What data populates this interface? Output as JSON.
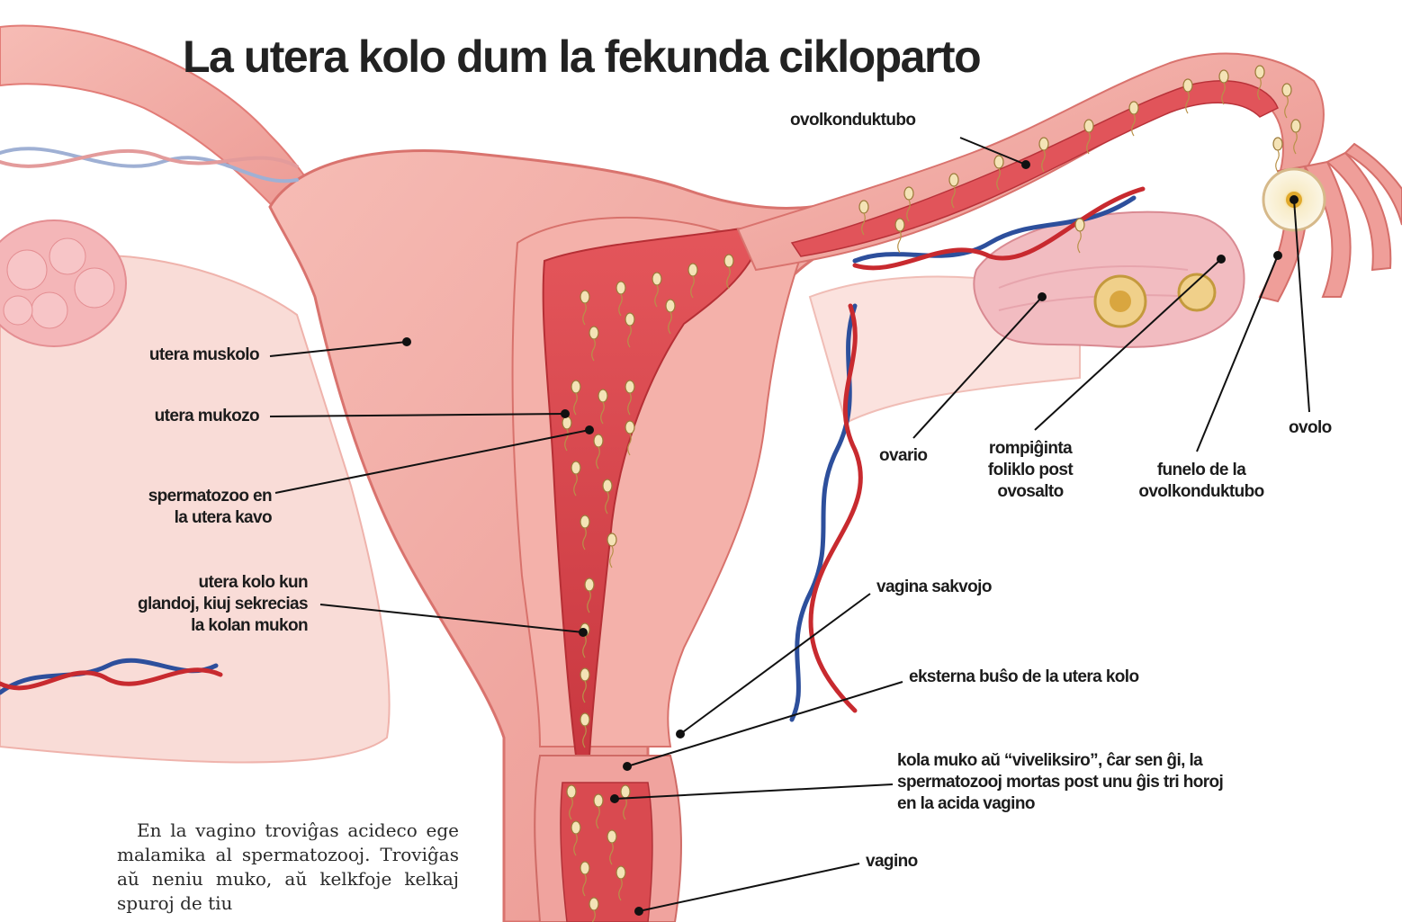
{
  "title": "La utera kolo dum la fekunda cikloparto",
  "labels": {
    "ovolkonduktubo": "ovolkonduktubo",
    "utera_muskolo": "utera muskolo",
    "utera_mukozo": "utera mukozo",
    "spermatozoo": [
      "spermatozoo en",
      "la utera kavo"
    ],
    "utera_kolo_glandoj": [
      "utera kolo kun",
      "glandoj, kiuj sekrecias",
      "la kolan mukon"
    ],
    "ovario": "ovario",
    "rompiginta_foliklo": [
      "rompiĝinta",
      "foliklo post",
      "ovosalto"
    ],
    "funelo": [
      "funelo de la",
      "ovolkonduktubo"
    ],
    "ovolo": "ovolo",
    "vagina_sakvojo": "vagina sakvojo",
    "eksterna_buso": "eksterna buŝo de la utera kolo",
    "kola_muko": [
      "kola muko aŭ “viveliksiro”, ĉar sen ĝi, la",
      "spermatozooj mortas post unu ĝis tri horoj",
      "en la acida vagino"
    ],
    "vagino": "vagino"
  },
  "body_text": "En la vagino troviĝas acideco ege malamika al spermatozooj. Troviĝas aŭ neniu muko, aŭ kelkfoje kelkaj spuroj de tiu",
  "colors": {
    "tissue": "#f2a7a3",
    "tissue_light": "#f8c9c3",
    "tissue_dark": "#e07c76",
    "cavity": "#d9434a",
    "ovary": "#f3c0c4",
    "artery": "#c82a2f",
    "vein": "#2d4f9c",
    "sperm": "#f4e3b6",
    "leader": "#111111"
  }
}
